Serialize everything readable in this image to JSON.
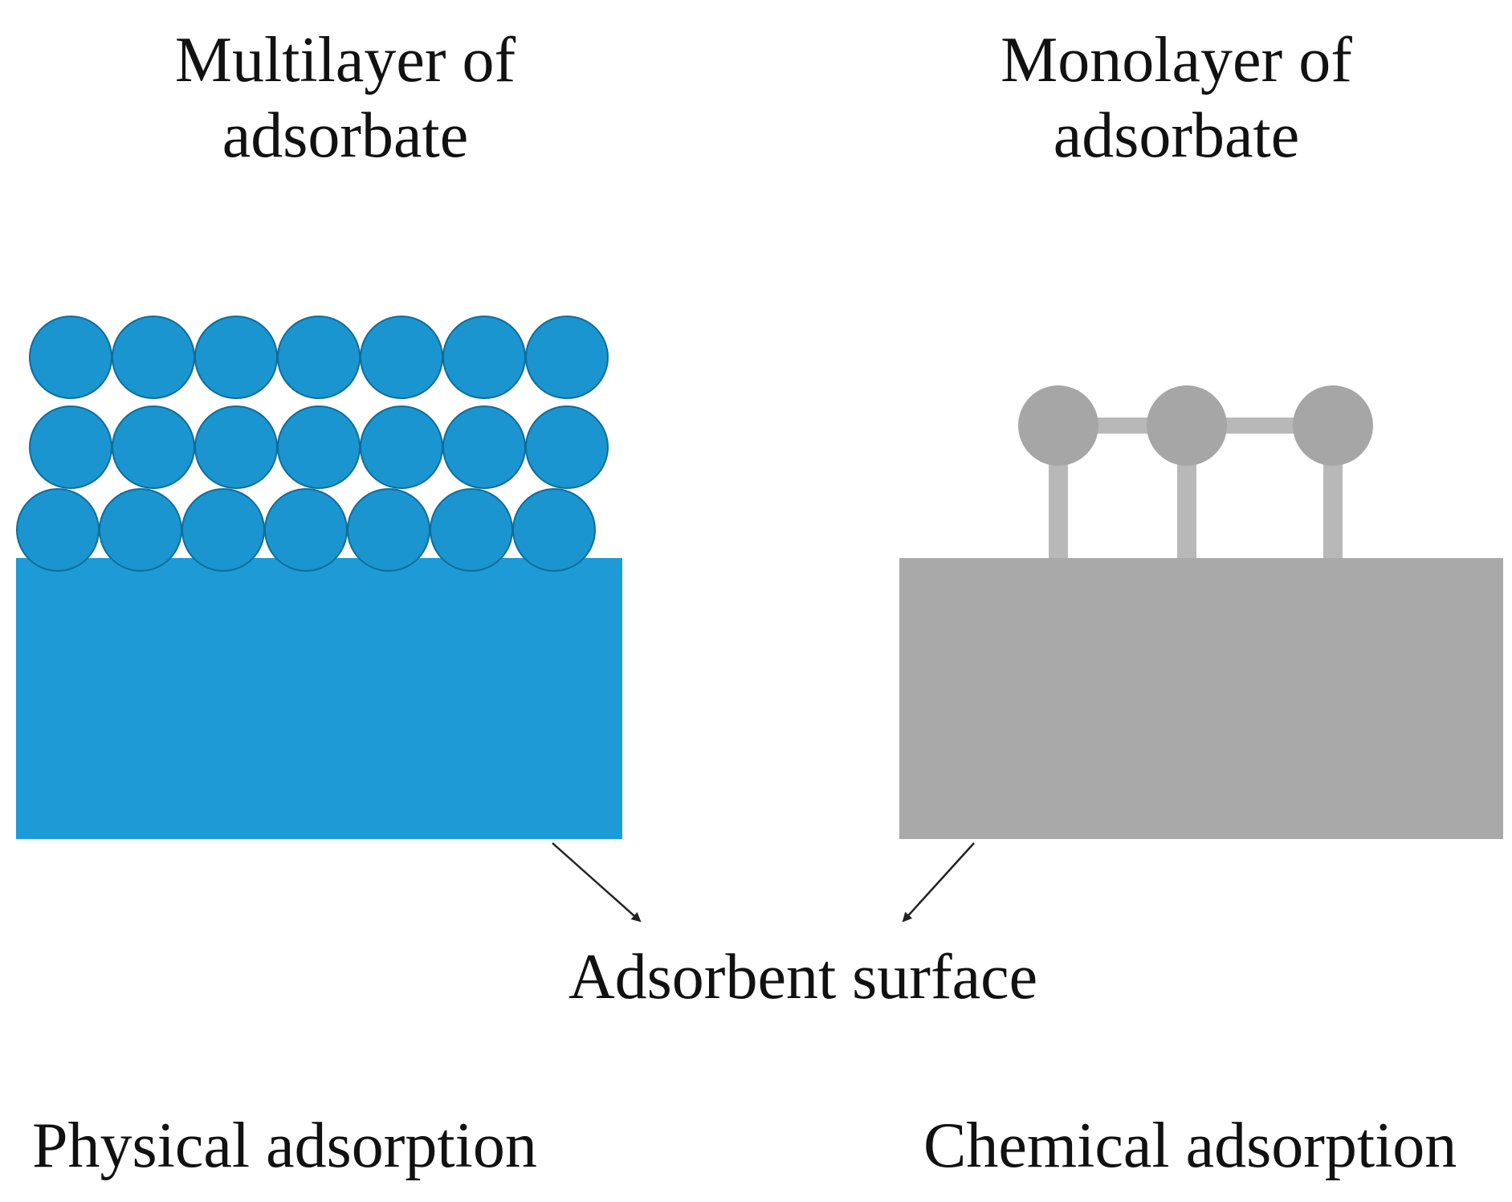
{
  "labels": {
    "multilayer_line1": "Multilayer of",
    "multilayer_line2": "adsorbate",
    "monolayer_line1": "Monolayer of",
    "monolayer_line2": "adsorbate",
    "adsorbent_surface": "Adsorbent surface",
    "physical": "Physical adsorption",
    "chemical": "Chemical adsorption"
  },
  "colors": {
    "physical_surface": "#1e9bd7",
    "physical_particle": "#1a95d0",
    "particle_outline": "#0f6d99",
    "chemical_surface": "#a9a9a9",
    "chemical_atom": "#a6a6a6",
    "chemical_bond": "#b8b8b8",
    "arrow": "#222222"
  },
  "physical_adsorption": {
    "layers": 3,
    "particles_per_layer": 7
  },
  "chemical_adsorption": {
    "atoms": 3,
    "bonds_between_atoms": 2,
    "anchors_to_surface": 3
  }
}
